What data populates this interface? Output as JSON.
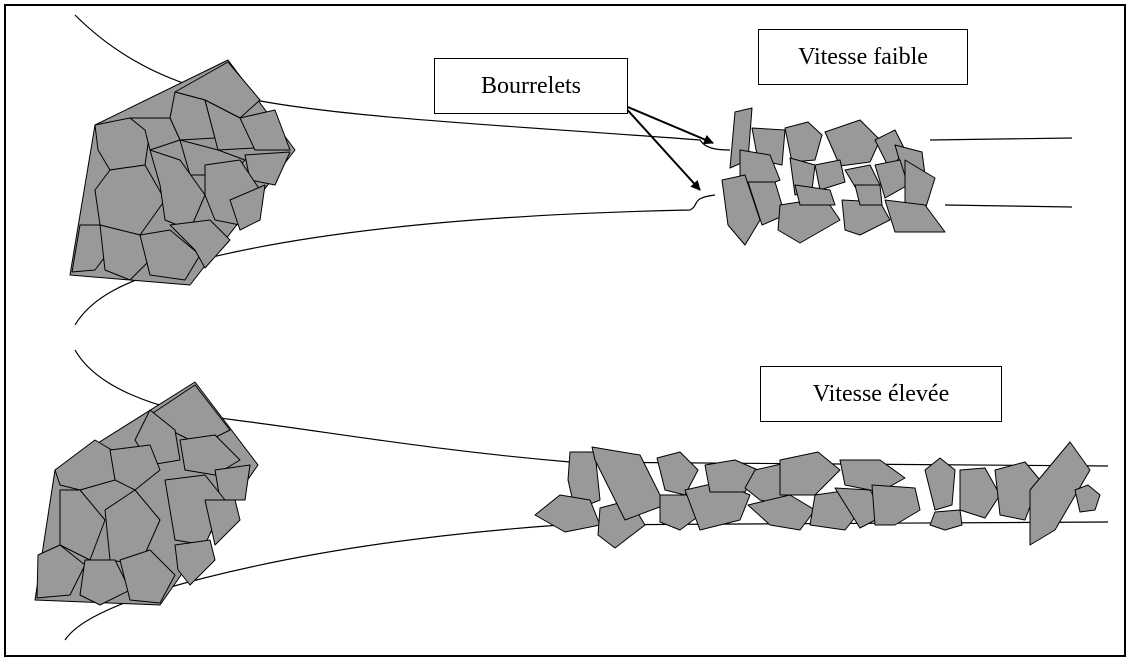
{
  "labels": {
    "low_speed": "Vitesse faible",
    "bulges": "Bourrelets",
    "high_speed": "Vitesse élevée"
  },
  "colors": {
    "stone_fill": "#999999",
    "outline": "#000000",
    "background": "#ffffff"
  }
}
